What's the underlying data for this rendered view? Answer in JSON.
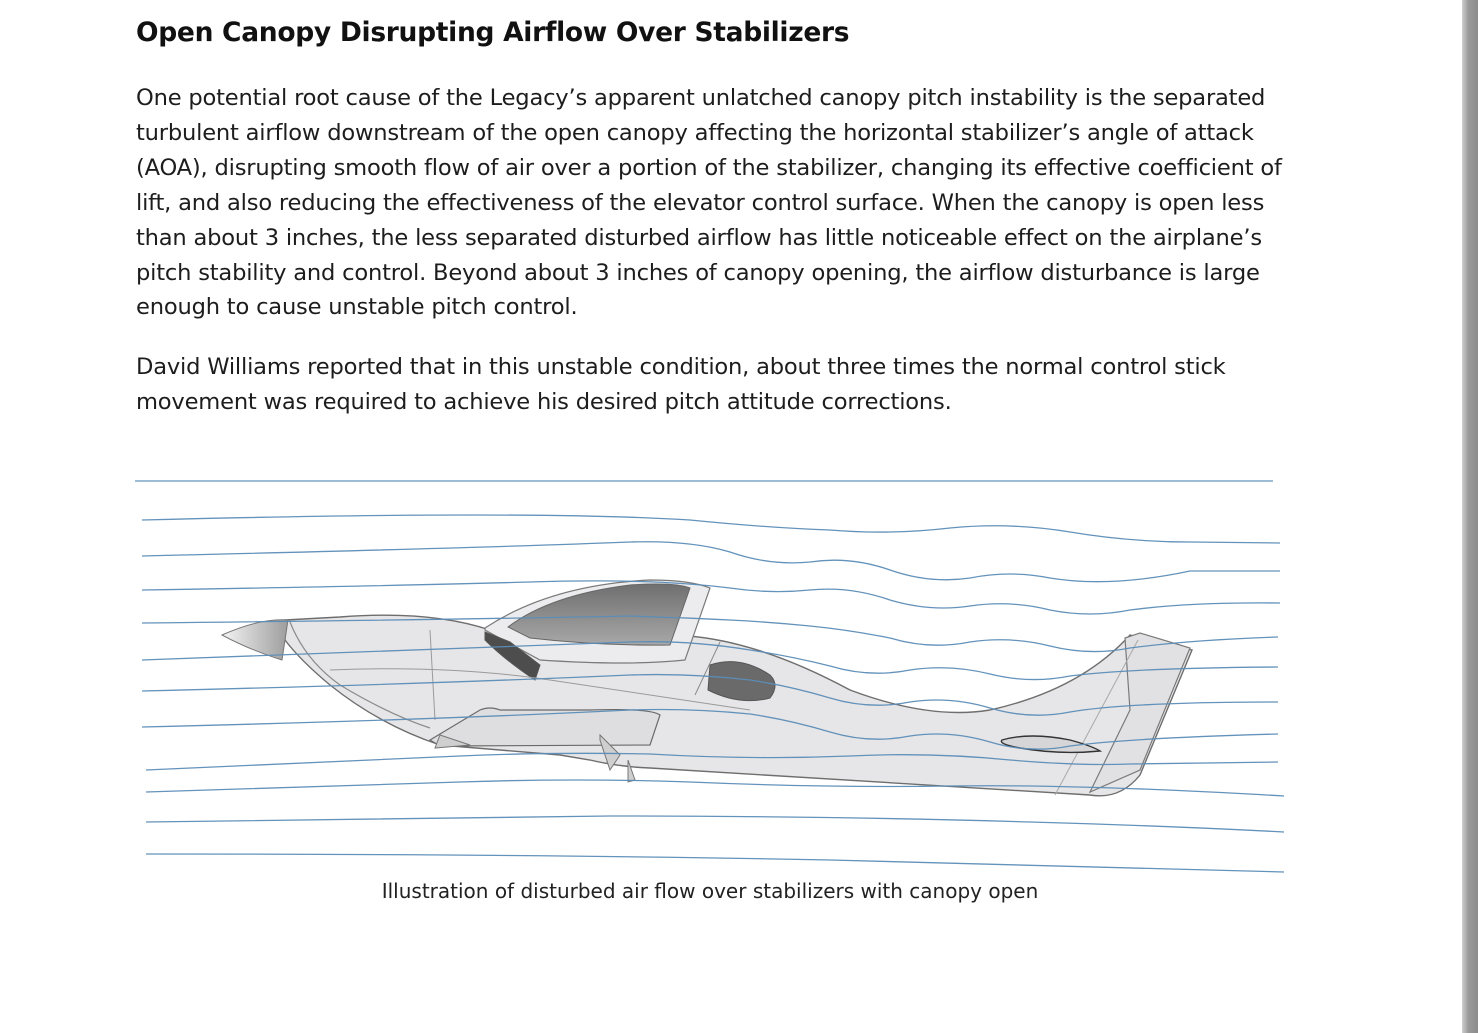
{
  "document": {
    "title": "Open Canopy Disrupting Airflow Over Stabilizers",
    "paragraphs": [
      "One potential root cause of the Legacy’s apparent unlatched canopy pitch instability is the separated turbulent airflow downstream of the open canopy affecting the horizontal stabilizer’s angle of attack (AOA), disrupting smooth flow of air over a portion of the stabilizer, changing its effective coefficient of lift, and also reducing the effectiveness of the elevator control surface. When the canopy is open less than about 3 inches, the less separated disturbed airflow has little noticeable effect on the airplane’s pitch stability and control.  Beyond about 3 inches of canopy opening, the airflow disturbance is large enough to cause unstable pitch control.",
      "David Williams reported that in this unstable condition, about three times the normal control stick movement was required to achieve his desired pitch attitude corrections."
    ],
    "figure": {
      "caption": "Illustration of disturbed air flow over stabilizers with canopy open",
      "colors": {
        "streamline": "#5b8db8",
        "fuselage_fill": "#e4e4e6",
        "outline": "#6a6a6a",
        "canopy": "#8a8a8a"
      }
    }
  }
}
